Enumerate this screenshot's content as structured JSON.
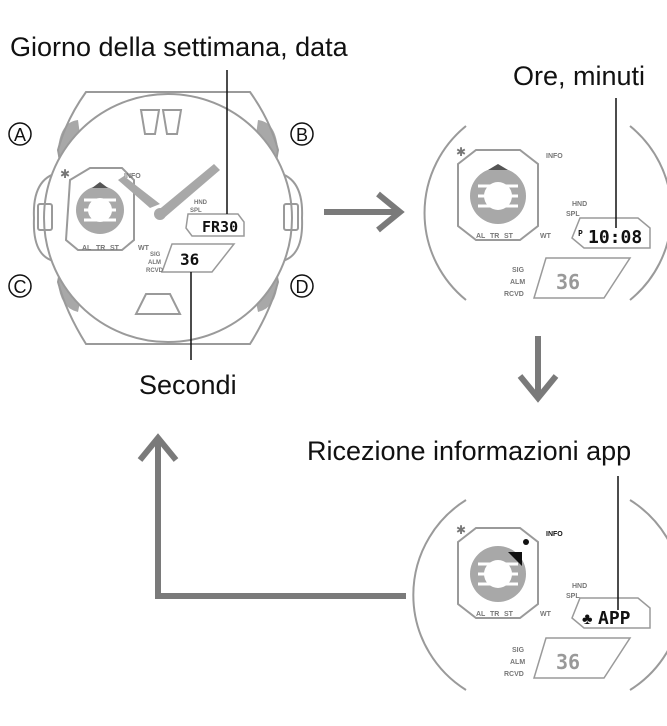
{
  "captions": {
    "day_date": "Giorno della settimana, data",
    "hours_minutes": "Ore, minuti",
    "seconds": "Secondi",
    "app_info": "Ricezione informazioni app"
  },
  "buttons": {
    "a": "A",
    "b": "B",
    "c": "C",
    "d": "D"
  },
  "dial_labels": {
    "info": "INFO",
    "hnd": "HND",
    "spl": "SPL",
    "al": "AL",
    "tr": "TR",
    "st": "ST",
    "wt": "WT",
    "sig": "SIG",
    "alm": "ALM",
    "rcvd": "RCVD"
  },
  "displays": {
    "watch1_upper": "FR30",
    "watch1_lower": "36",
    "watch2_pm": "P",
    "watch2_upper": "10:08",
    "watch2_lower": "36",
    "watch3_upper": "APP",
    "watch3_lower": "36"
  },
  "colors": {
    "outline": "#9a9a9a",
    "gray_fill": "#a8a8a8",
    "arrow": "#7a7a7a",
    "text": "#111111"
  }
}
